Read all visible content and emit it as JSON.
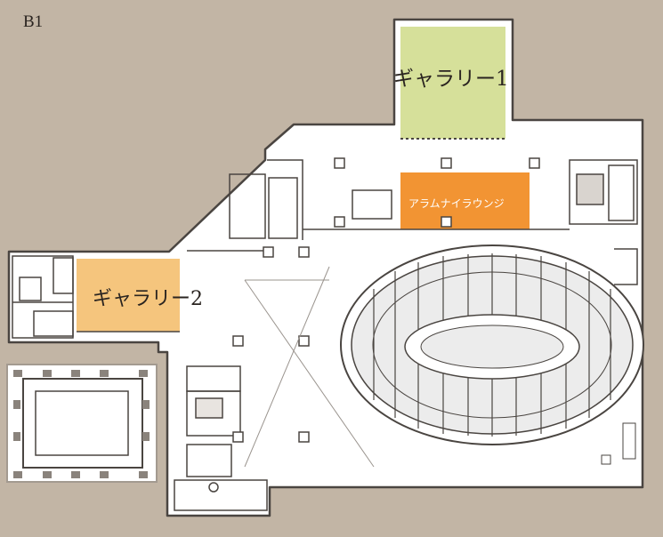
{
  "floor": {
    "label": "B1"
  },
  "rooms": {
    "gallery1": {
      "label": "ギャラリー1",
      "color": "#d6e09a"
    },
    "gallery2": {
      "label": "ギャラリー2",
      "color": "#f5c57d"
    },
    "lounge": {
      "label": "アラムナイラウンジ",
      "color": "#f29433"
    }
  },
  "colors": {
    "background": "#c2b5a5",
    "building": "#ffffff",
    "wall": "#4a4541",
    "hall_seats": "#ececec"
  }
}
